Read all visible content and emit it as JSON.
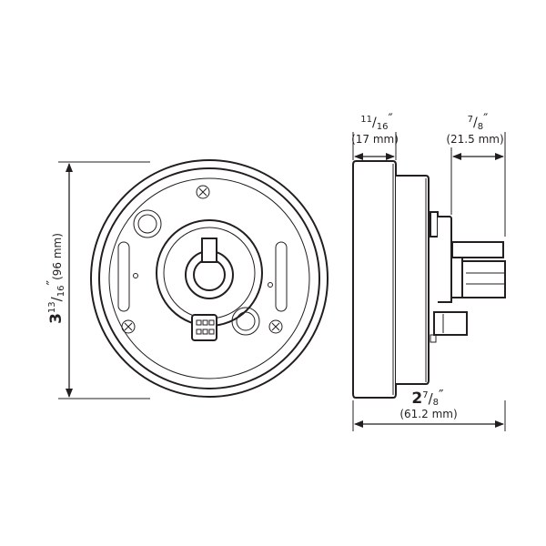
{
  "dimensions": {
    "diameter": {
      "whole": "3",
      "num": "13",
      "den": "16",
      "unit": "″",
      "metric": "(96 mm)"
    },
    "bezel_depth": {
      "num": "11",
      "den": "16",
      "unit": "″",
      "metric": "(17 mm)"
    },
    "connector_depth": {
      "num": "7",
      "den": "8",
      "unit": "″",
      "metric": "(21.5 mm)"
    },
    "overall_depth": {
      "whole": "2",
      "num": "7",
      "den": "8",
      "unit": "″",
      "metric": "(61.2 mm)"
    }
  },
  "colors": {
    "line": "#231f20",
    "background": "#ffffff"
  }
}
